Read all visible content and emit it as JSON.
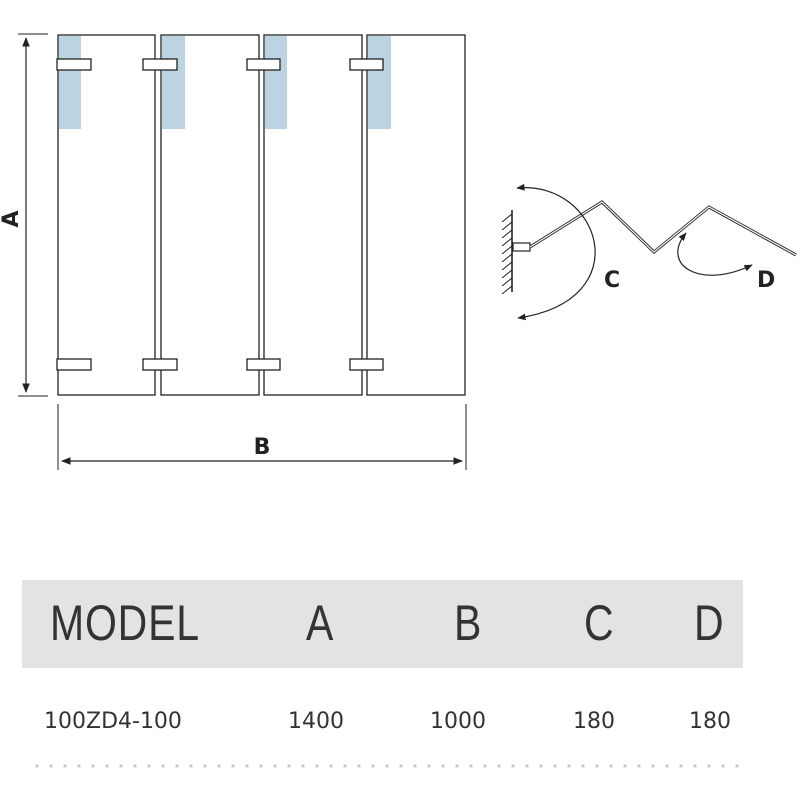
{
  "diagram": {
    "dimension_labels": {
      "height": "A",
      "width": "B"
    },
    "angle_labels": {
      "wall_angle": "C",
      "panel_angle": "D"
    },
    "panel_count": 4
  },
  "table": {
    "headers": [
      "MODEL",
      "A",
      "B",
      "C",
      "D"
    ],
    "rows": [
      [
        "100ZD4-100",
        "1400",
        "1000",
        "180",
        "180"
      ]
    ]
  },
  "colors": {
    "glass_tint": "#bcd3e2",
    "header_bg": "#e3e3e5",
    "line": "#222222"
  }
}
